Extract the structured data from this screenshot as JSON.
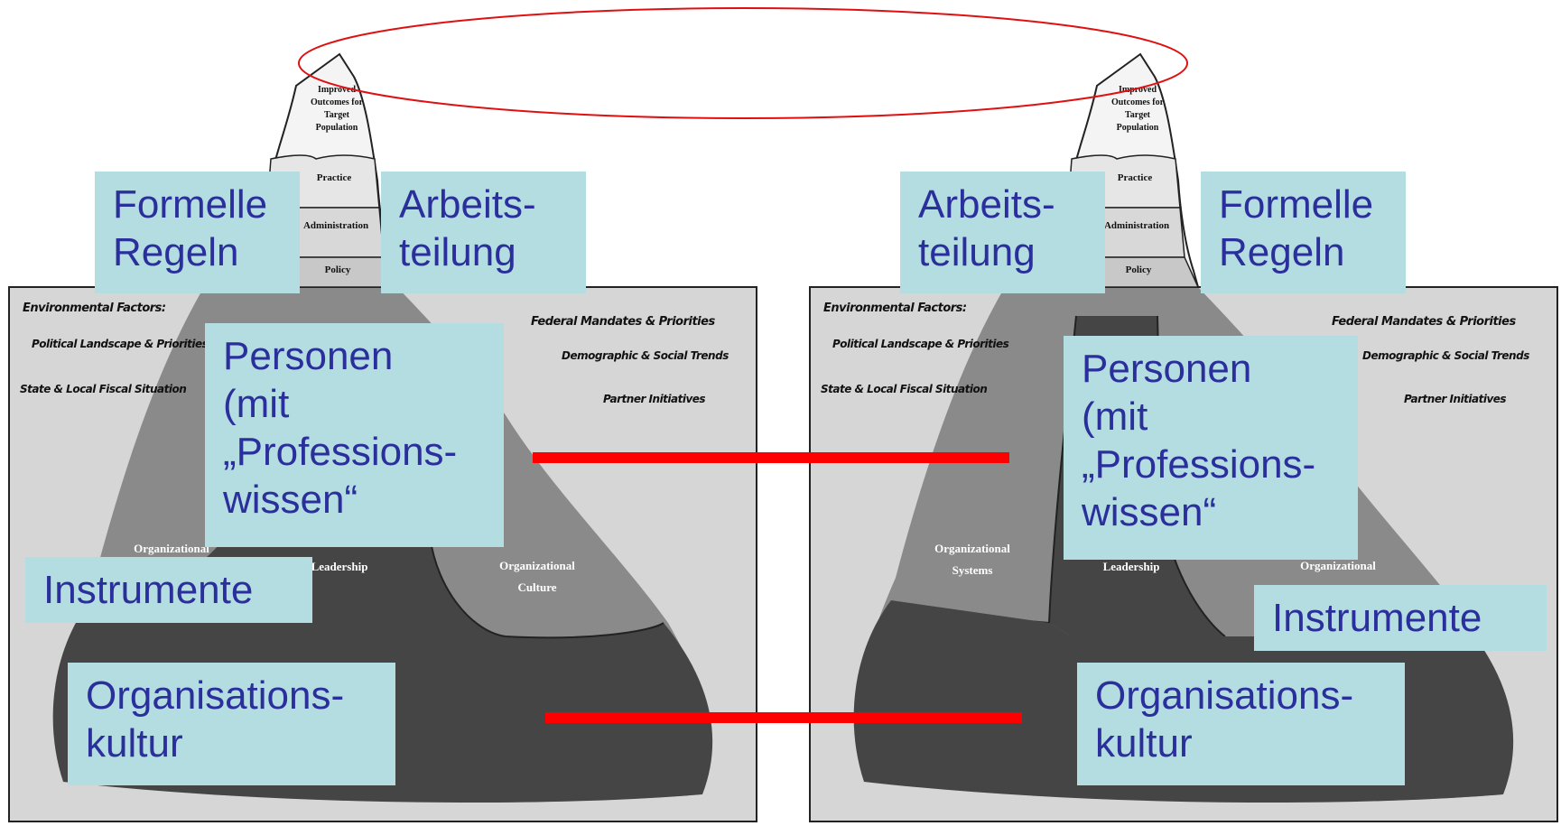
{
  "iceberg_text": {
    "tip": [
      "Improved",
      "Outcomes for",
      "Target",
      "Population"
    ],
    "practice": "Practice",
    "administration": "Administration",
    "policy": "Policy",
    "environmental_factors": "Environmental Factors:",
    "political": "Political Landscape & Priorities",
    "fiscal": "State & Local Fiscal Situation",
    "federal": "Federal Mandates & Priorities",
    "demographic": "Demographic & Social Trends",
    "partner": "Partner Initiatives",
    "org_systems": [
      "Organizational",
      "Systems"
    ],
    "leadership": "Leadership",
    "org_culture": [
      "Organizational",
      "Culture"
    ]
  },
  "left_boxes": {
    "formelle_regeln": [
      "Formelle",
      "Regeln"
    ],
    "arbeitsteilung": [
      "Arbeits-",
      "teilung"
    ],
    "personen": [
      "Personen",
      "(mit",
      "„Professions-",
      "wissen“"
    ],
    "instrumente": [
      "Instrumente"
    ],
    "organisationskultur": [
      "Organisations-",
      "kultur"
    ]
  },
  "right_boxes": {
    "arbeitsteilung": [
      "Arbeits-",
      "teilung"
    ],
    "formelle_regeln": [
      "Formelle",
      "Regeln"
    ],
    "personen": [
      "Personen",
      "(mit",
      "„Professions-",
      "wissen“"
    ],
    "instrumente": [
      "Instrumente"
    ],
    "organisationskultur": [
      "Organisations-",
      "kultur"
    ]
  },
  "colors": {
    "box_fill": "#b4dde2",
    "box_text": "#2b2f9b",
    "connector": "#ff0000",
    "ellipse": "#e01010",
    "panel": "#d6d6d6",
    "deep": "#454545",
    "mid": "#8a8a8a"
  }
}
